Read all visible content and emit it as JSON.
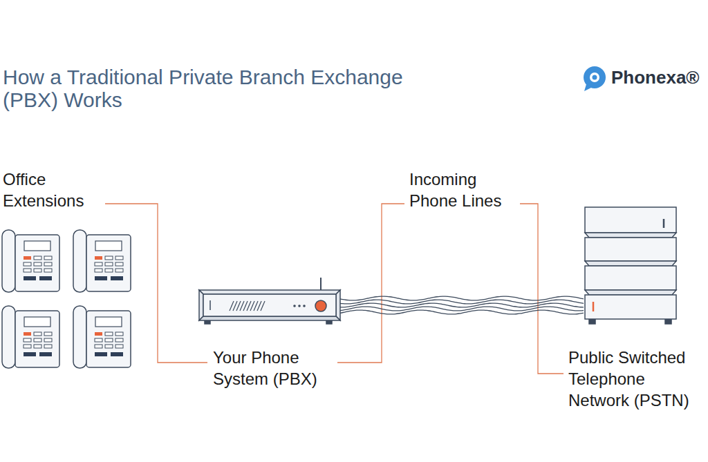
{
  "diagram": {
    "title": "How a Traditional Private Branch Exchange (PBX) Works",
    "labels": [
      "Phonexa®",
      "Office Extensions",
      "Incoming Phone Lines",
      "Your Phone System (PBX)",
      "Public Switched Telephone Network (PSTN)"
    ]
  }
}
